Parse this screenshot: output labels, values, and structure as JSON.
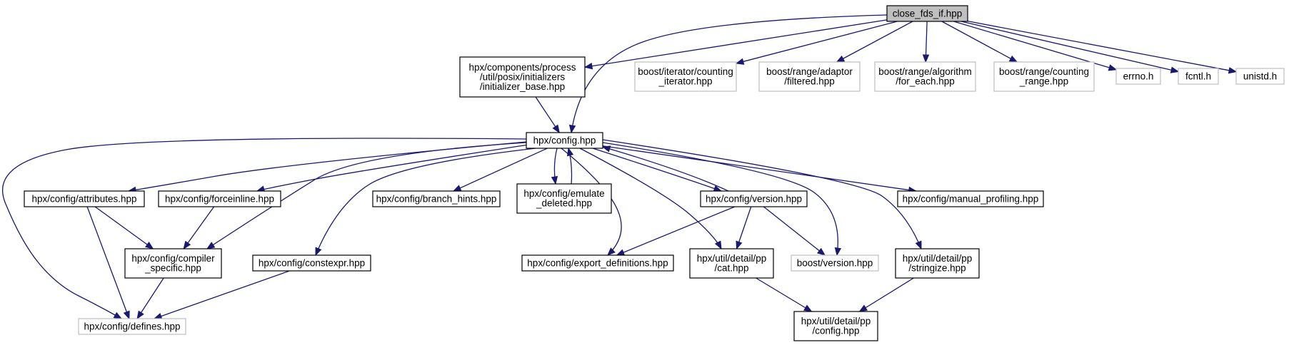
{
  "diagram": {
    "type": "include-dependency-graph",
    "nodes": [
      {
        "id": "root",
        "lines": [
          "close_fds_if.hpp"
        ],
        "kind": "main"
      },
      {
        "id": "init_base",
        "lines": [
          "hpx/components/process",
          "/util/posix/initializers",
          "/initializer_base.hpp"
        ],
        "kind": "local"
      },
      {
        "id": "counting_iter",
        "lines": [
          "boost/iterator/counting",
          "_iterator.hpp"
        ],
        "kind": "external"
      },
      {
        "id": "filtered",
        "lines": [
          "boost/range/adaptor",
          "/filtered.hpp"
        ],
        "kind": "external"
      },
      {
        "id": "for_each",
        "lines": [
          "boost/range/algorithm",
          "/for_each.hpp"
        ],
        "kind": "external"
      },
      {
        "id": "counting_range",
        "lines": [
          "boost/range/counting",
          "_range.hpp"
        ],
        "kind": "external"
      },
      {
        "id": "errno",
        "lines": [
          "errno.h"
        ],
        "kind": "external"
      },
      {
        "id": "fcntl",
        "lines": [
          "fcntl.h"
        ],
        "kind": "external"
      },
      {
        "id": "unistd",
        "lines": [
          "unistd.h"
        ],
        "kind": "external"
      },
      {
        "id": "config",
        "lines": [
          "hpx/config.hpp"
        ],
        "kind": "local"
      },
      {
        "id": "attributes",
        "lines": [
          "hpx/config/attributes.hpp"
        ],
        "kind": "local"
      },
      {
        "id": "forceinline",
        "lines": [
          "hpx/config/forceinline.hpp"
        ],
        "kind": "local"
      },
      {
        "id": "branch_hints",
        "lines": [
          "hpx/config/branch_hints.hpp"
        ],
        "kind": "local"
      },
      {
        "id": "emulate_deleted",
        "lines": [
          "hpx/config/emulate",
          "_deleted.hpp"
        ],
        "kind": "local"
      },
      {
        "id": "version",
        "lines": [
          "hpx/config/version.hpp"
        ],
        "kind": "local"
      },
      {
        "id": "manual_profiling",
        "lines": [
          "hpx/config/manual_profiling.hpp"
        ],
        "kind": "local"
      },
      {
        "id": "compiler_specific",
        "lines": [
          "hpx/config/compiler",
          "_specific.hpp"
        ],
        "kind": "local"
      },
      {
        "id": "constexpr",
        "lines": [
          "hpx/config/constexpr.hpp"
        ],
        "kind": "local"
      },
      {
        "id": "export_definitions",
        "lines": [
          "hpx/config/export_definitions.hpp"
        ],
        "kind": "local"
      },
      {
        "id": "pp_cat",
        "lines": [
          "hpx/util/detail/pp",
          "/cat.hpp"
        ],
        "kind": "local"
      },
      {
        "id": "boost_version",
        "lines": [
          "boost/version.hpp"
        ],
        "kind": "external"
      },
      {
        "id": "pp_stringize",
        "lines": [
          "hpx/util/detail/pp",
          "/stringize.hpp"
        ],
        "kind": "local"
      },
      {
        "id": "defines",
        "lines": [
          "hpx/config/defines.hpp"
        ],
        "kind": "external"
      },
      {
        "id": "pp_config",
        "lines": [
          "hpx/util/detail/pp",
          "/config.hpp"
        ],
        "kind": "local"
      }
    ],
    "edges": [
      {
        "from": "root",
        "to": "init_base"
      },
      {
        "from": "root",
        "to": "config"
      },
      {
        "from": "root",
        "to": "counting_iter"
      },
      {
        "from": "root",
        "to": "filtered"
      },
      {
        "from": "root",
        "to": "for_each"
      },
      {
        "from": "root",
        "to": "counting_range"
      },
      {
        "from": "root",
        "to": "errno"
      },
      {
        "from": "root",
        "to": "fcntl"
      },
      {
        "from": "root",
        "to": "unistd"
      },
      {
        "from": "init_base",
        "to": "config"
      },
      {
        "from": "config",
        "to": "attributes"
      },
      {
        "from": "config",
        "to": "forceinline"
      },
      {
        "from": "config",
        "to": "branch_hints"
      },
      {
        "from": "config",
        "to": "emulate_deleted"
      },
      {
        "from": "config",
        "to": "version"
      },
      {
        "from": "config",
        "to": "manual_profiling"
      },
      {
        "from": "config",
        "to": "compiler_specific"
      },
      {
        "from": "config",
        "to": "constexpr"
      },
      {
        "from": "config",
        "to": "export_definitions"
      },
      {
        "from": "config",
        "to": "pp_cat"
      },
      {
        "from": "config",
        "to": "boost_version"
      },
      {
        "from": "config",
        "to": "pp_stringize"
      },
      {
        "from": "config",
        "to": "defines"
      },
      {
        "from": "emulate_deleted",
        "to": "config"
      },
      {
        "from": "version",
        "to": "config"
      },
      {
        "from": "attributes",
        "to": "compiler_specific"
      },
      {
        "from": "attributes",
        "to": "defines"
      },
      {
        "from": "forceinline",
        "to": "compiler_specific"
      },
      {
        "from": "compiler_specific",
        "to": "defines"
      },
      {
        "from": "constexpr",
        "to": "defines"
      },
      {
        "from": "version",
        "to": "export_definitions"
      },
      {
        "from": "version",
        "to": "pp_cat"
      },
      {
        "from": "version",
        "to": "boost_version"
      },
      {
        "from": "pp_cat",
        "to": "pp_config"
      },
      {
        "from": "pp_stringize",
        "to": "pp_config"
      }
    ]
  }
}
